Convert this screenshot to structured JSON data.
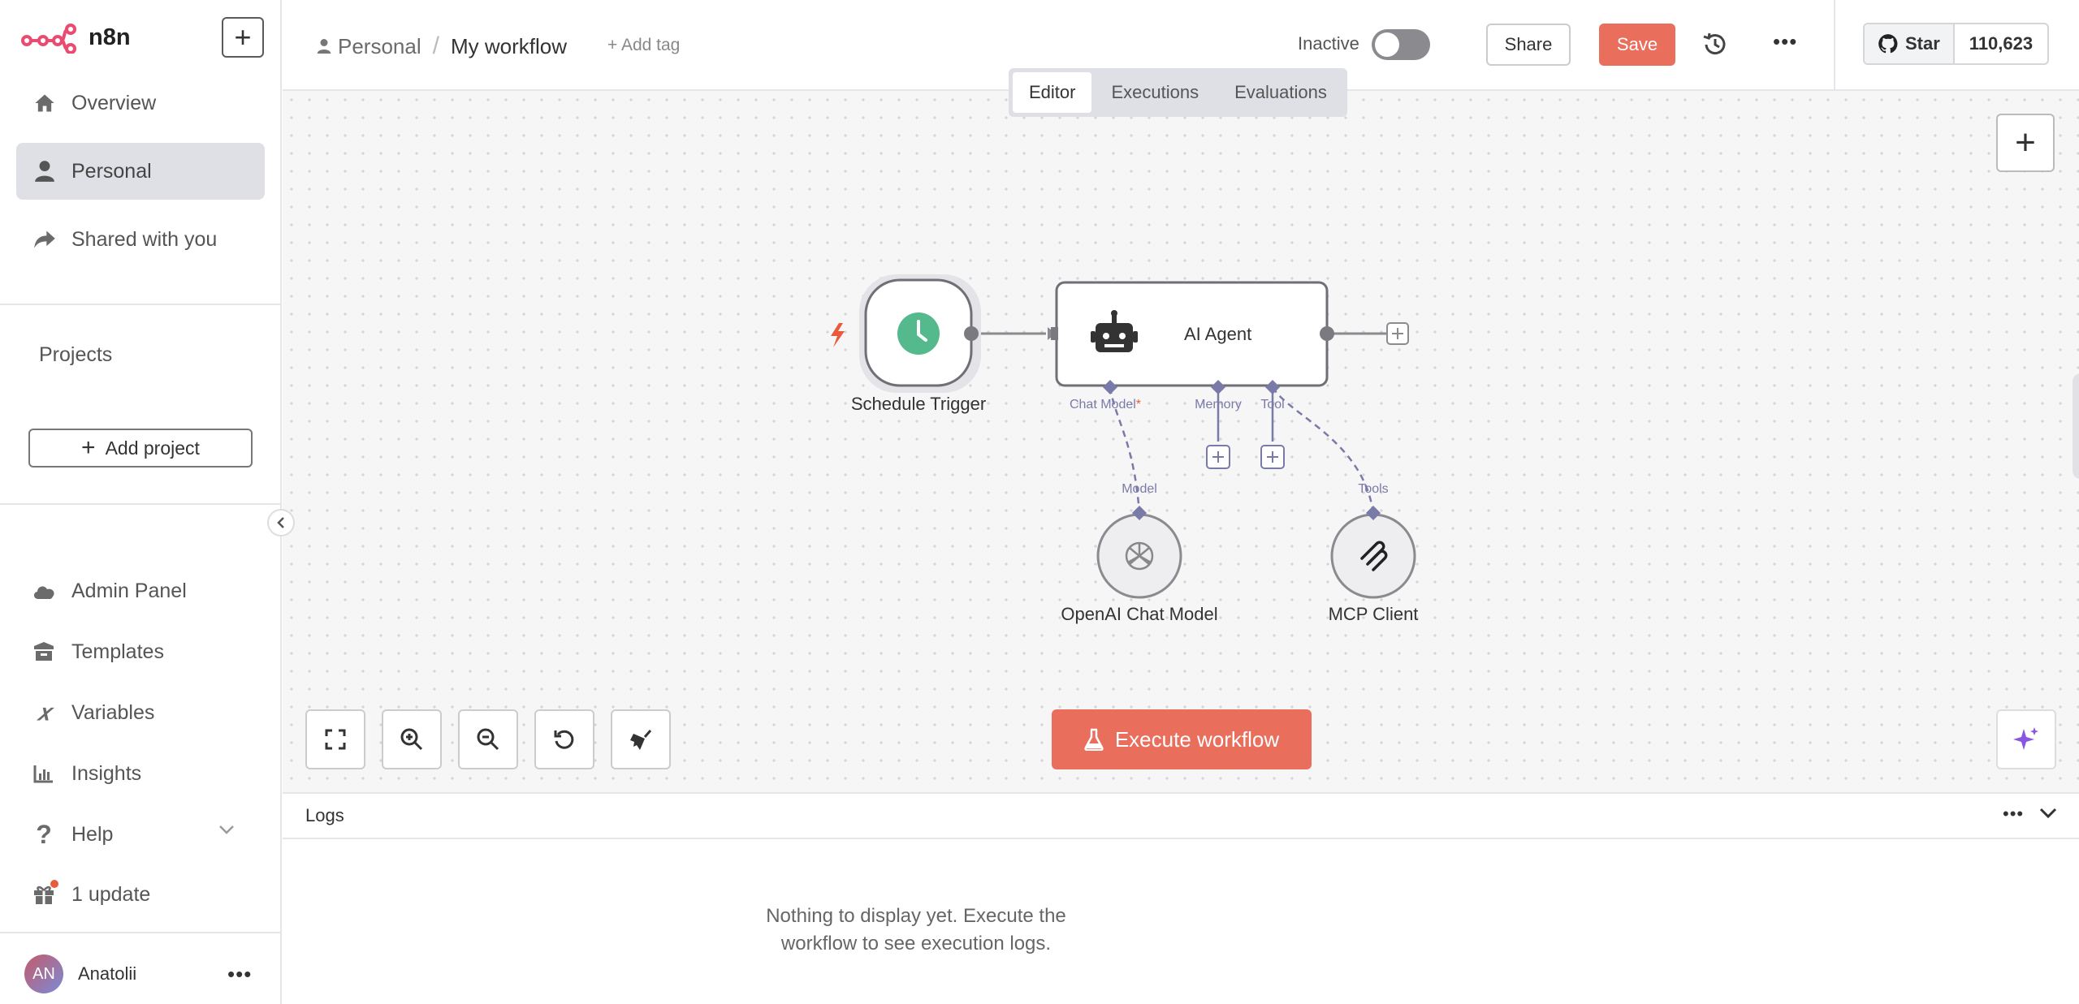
{
  "app": {
    "name": "n8n"
  },
  "sidebar": {
    "nav": [
      {
        "label": "Overview",
        "icon": "home-icon"
      },
      {
        "label": "Personal",
        "icon": "user-icon",
        "active": true
      },
      {
        "label": "Shared with you",
        "icon": "share-icon"
      }
    ],
    "projects_title": "Projects",
    "add_project_label": "Add project",
    "bottom": [
      {
        "label": "Admin Panel",
        "icon": "cloud-icon"
      },
      {
        "label": "Templates",
        "icon": "box-icon"
      },
      {
        "label": "Variables",
        "icon": "variable-icon"
      },
      {
        "label": "Insights",
        "icon": "chart-icon"
      },
      {
        "label": "Help",
        "icon": "question-icon"
      },
      {
        "label": "1 update",
        "icon": "gift-icon"
      }
    ],
    "user": {
      "initials": "AN",
      "name": "Anatolii"
    }
  },
  "header": {
    "breadcrumb": {
      "project": "Personal",
      "separator": "/",
      "workflow": "My workflow"
    },
    "add_tag": "+ Add tag",
    "status_label": "Inactive",
    "share_label": "Share",
    "save_label": "Save",
    "github": {
      "star_label": "Star",
      "count": "110,623"
    }
  },
  "tabs": [
    {
      "label": "Editor",
      "active": true
    },
    {
      "label": "Executions"
    },
    {
      "label": "Evaluations"
    }
  ],
  "nodes": {
    "trigger": {
      "label": "Schedule Trigger"
    },
    "agent": {
      "label": "AI Agent",
      "ports": {
        "chat_model": "Chat Model",
        "memory": "Memory",
        "tool": "Tool",
        "required_mark": "*"
      }
    },
    "openai": {
      "label": "OpenAI Chat Model",
      "port": "Model"
    },
    "mcp": {
      "label": "MCP Client",
      "port": "Tools"
    }
  },
  "canvas": {
    "execute_label": "Execute workflow"
  },
  "logs": {
    "title": "Logs",
    "empty_line1": "Nothing to display yet. Execute the",
    "empty_line2": "workflow to see execution logs."
  },
  "colors": {
    "accent": "#ea6e5c",
    "trigger_icon": "#54b98c",
    "port": "#7a7aa8",
    "bolt": "#ea5b3d"
  }
}
